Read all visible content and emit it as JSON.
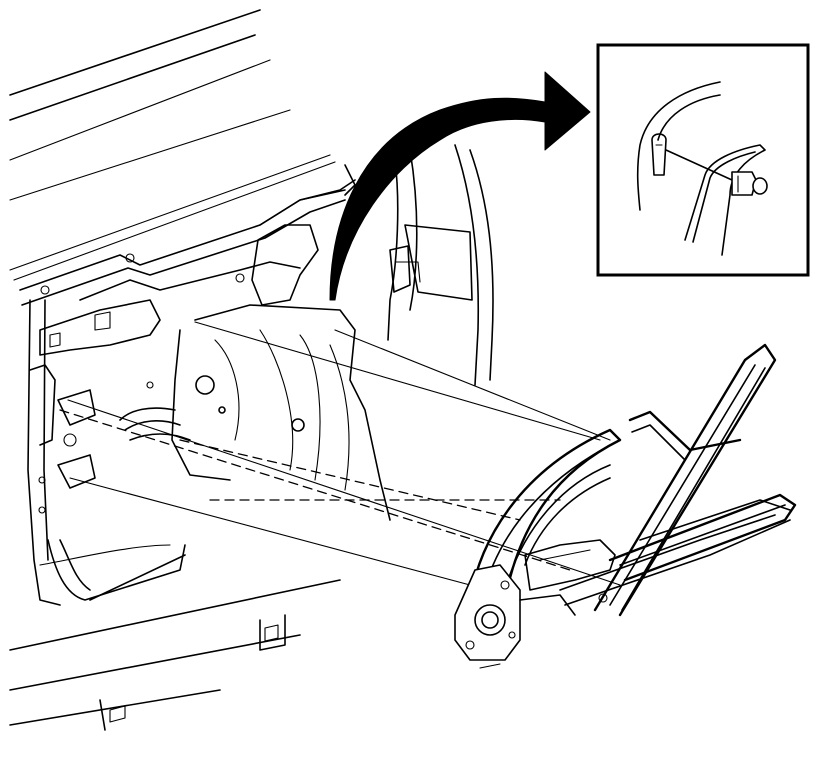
{
  "figure": {
    "icons": {
      "door_panel": "door-inner-panel-illustration",
      "regulator": "window-regulator-illustration",
      "arrow": "curved-arrow-icon",
      "inset": "detail-inset-clip-illustration"
    }
  }
}
